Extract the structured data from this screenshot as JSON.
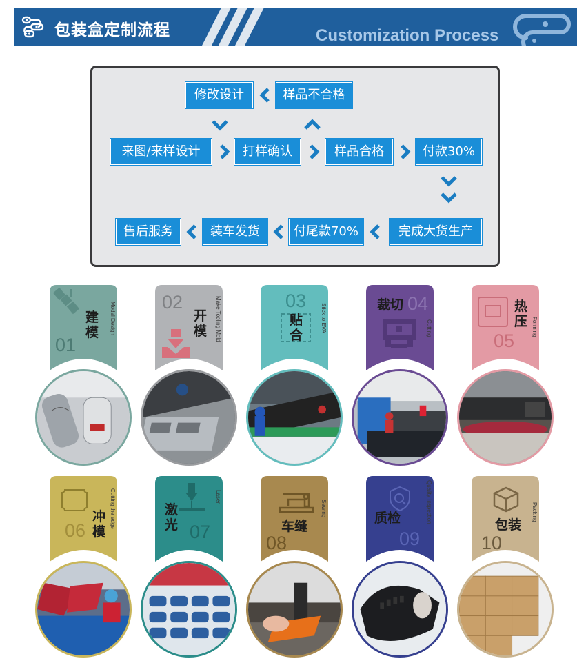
{
  "header": {
    "title_cn": "包装盒定制流程",
    "title_en": "Customization Process",
    "bar_color": "#1f5f9d",
    "icon": "process-cycle-icon"
  },
  "flow": {
    "step_color": "#1a8ed8",
    "steps": {
      "modify_design": "修改设计",
      "sample_fail": "样品不合格",
      "design_input": "来图/来样设计",
      "sample_confirm": "打样确认",
      "sample_pass": "样品合格",
      "payment30": "付款30%",
      "aftersale": "售后服务",
      "shipping": "装车发货",
      "payment70": "付尾款70%",
      "production": "完成大货生产"
    }
  },
  "processes": [
    {
      "num": "01",
      "cn": "建模",
      "en": "Model Design",
      "color": "#7aa79f",
      "icon": "satellite-icon"
    },
    {
      "num": "02",
      "cn": "开模",
      "en": "Make Tooling Mold",
      "color": "#b1b3b6",
      "icon": "mold-press-icon"
    },
    {
      "num": "03",
      "cn": "贴合",
      "en": "Stick to EVA",
      "color": "#63bdbd",
      "icon": "bonding-icon"
    },
    {
      "num": "04",
      "cn": "裁切",
      "en": "Cutting",
      "color": "#6a4b93",
      "icon": "cutting-machine-icon"
    },
    {
      "num": "05",
      "cn": "热压",
      "en": "Forming",
      "color": "#e39aa4",
      "icon": "press-form-icon"
    },
    {
      "num": "06",
      "cn": "冲模",
      "en": "Cutting the edge",
      "color": "#c9b65a",
      "icon": "die-cut-icon"
    },
    {
      "num": "07",
      "cn": "激光",
      "en": "Laser",
      "color": "#2c8d8a",
      "icon": "laser-icon"
    },
    {
      "num": "08",
      "cn": "车缝",
      "en": "Sewing",
      "color": "#a8894f",
      "icon": "sewing-machine-icon"
    },
    {
      "num": "09",
      "cn": "质检",
      "en": "Quality Inspection",
      "color": "#36408f",
      "icon": "inspection-shield-icon"
    },
    {
      "num": "10",
      "cn": "包装",
      "en": "Packing",
      "color": "#c8b38f",
      "icon": "box-icon"
    }
  ]
}
